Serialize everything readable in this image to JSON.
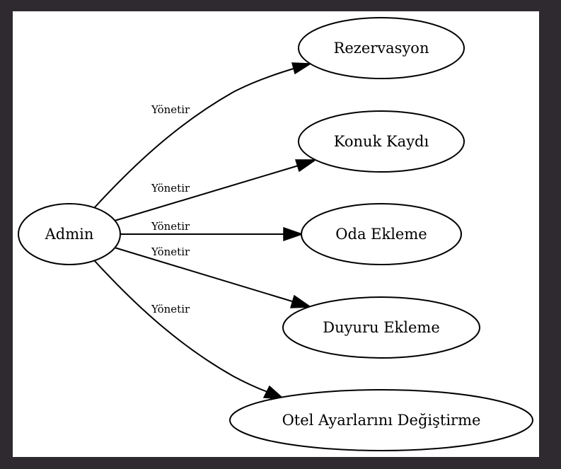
{
  "diagram": {
    "nodes": {
      "admin": {
        "label": "Admin"
      },
      "rezervasyon": {
        "label": "Rezervasyon"
      },
      "konuk_kaydi": {
        "label": "Konuk Kaydı"
      },
      "oda_ekleme": {
        "label": "Oda Ekleme"
      },
      "duyuru_ekleme": {
        "label": "Duyuru Ekleme"
      },
      "otel_ayarlari": {
        "label": "Otel Ayarlarını Değiştirme"
      }
    },
    "edges": [
      {
        "from": "Admin",
        "to": "Rezervasyon",
        "label": "Yönetir"
      },
      {
        "from": "Admin",
        "to": "Konuk Kaydı",
        "label": "Yönetir"
      },
      {
        "from": "Admin",
        "to": "Oda Ekleme",
        "label": "Yönetir"
      },
      {
        "from": "Admin",
        "to": "Duyuru Ekleme",
        "label": "Yönetir"
      },
      {
        "from": "Admin",
        "to": "Otel Ayarlarını Değiştirme",
        "label": "Yönetir"
      }
    ]
  }
}
